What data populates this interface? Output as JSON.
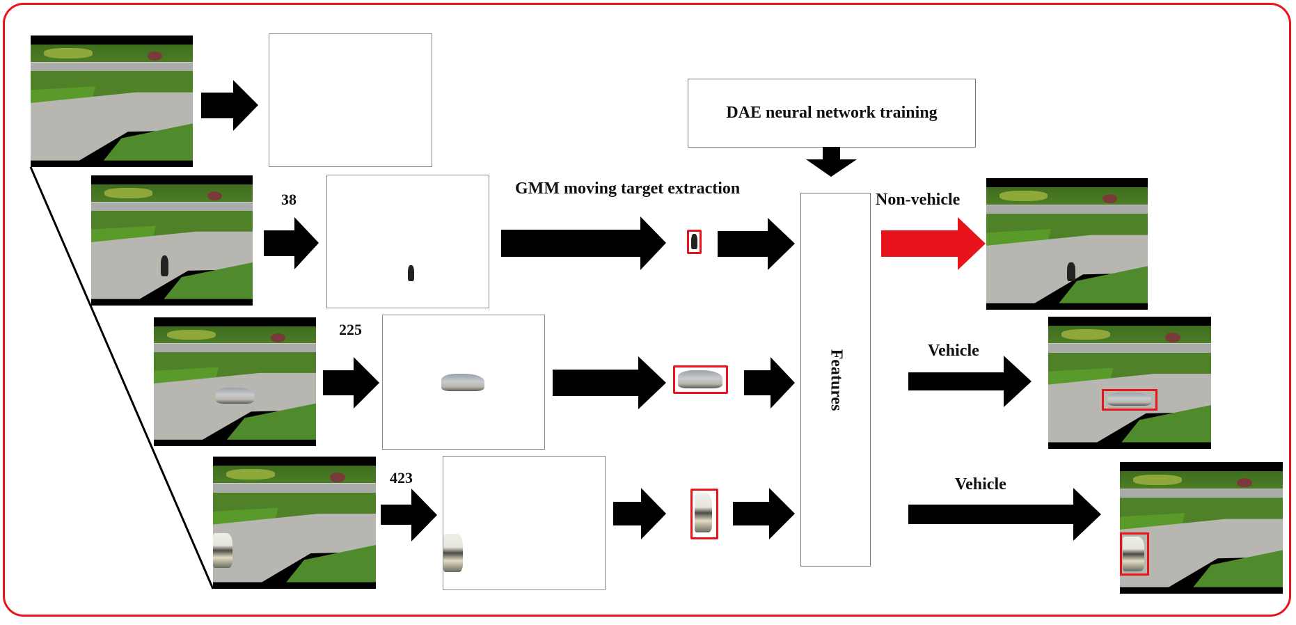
{
  "figure": {
    "colors": {
      "border": "#e8141b",
      "arrow": "#000000",
      "highlight_arrow": "#e8141b",
      "detection_box": "#e8141b"
    },
    "frames": [
      {
        "id": "background",
        "frame_number": null
      },
      {
        "id": "frame-38",
        "frame_number": "38",
        "target": "person"
      },
      {
        "id": "frame-225",
        "frame_number": "225",
        "target": "car"
      },
      {
        "id": "frame-423",
        "frame_number": "423",
        "target": "van"
      }
    ],
    "labels": {
      "gmm": "GMM moving target extraction",
      "dae": "DAE neural network training",
      "features": "Features",
      "non_vehicle": "Non-vehicle",
      "vehicle_1": "Vehicle",
      "vehicle_2": "Vehicle"
    },
    "results": [
      {
        "frame": "38",
        "class": "Non-vehicle"
      },
      {
        "frame": "225",
        "class": "Vehicle"
      },
      {
        "frame": "423",
        "class": "Vehicle"
      }
    ]
  }
}
